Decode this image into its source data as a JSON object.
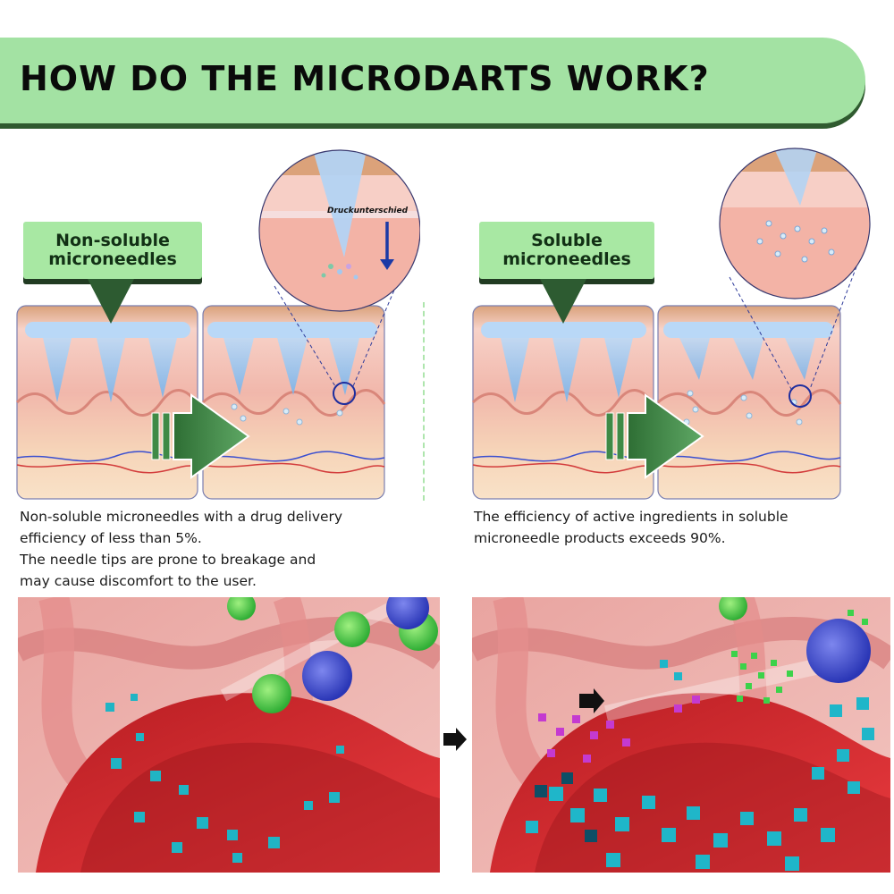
{
  "header": {
    "title": "HOW DO THE MICRODARTS WORK?"
  },
  "left": {
    "label_line1": "Non-soluble",
    "label_line2": "microneedles",
    "zoom_annotation": "Druckunterschied",
    "caption_lines": [
      "Non-soluble microneedles with a drug delivery",
      "efficiency of less than 5%.",
      "The needle tips are prone to breakage and",
      "may cause discomfort to the user."
    ]
  },
  "right": {
    "label_line1": "Soluble",
    "label_line2": "microneedles",
    "caption_lines": [
      "The efficiency of active ingredients in soluble",
      "microneedle products exceeds 90%."
    ]
  },
  "colors": {
    "banner": "#a3e2a3",
    "banner_shadow": "#2f5a2f",
    "label_fill": "#a8e8a3",
    "arrow_green": "#3f8a46",
    "skin_pink": "#f4c3b8",
    "vessel_red": "#d7262d",
    "particle_teal": "#1fb6c9",
    "particle_magenta": "#c43ad0"
  },
  "icons": [
    "arrow-right-icon",
    "zoom-circle-icon",
    "down-arrow-icon"
  ]
}
